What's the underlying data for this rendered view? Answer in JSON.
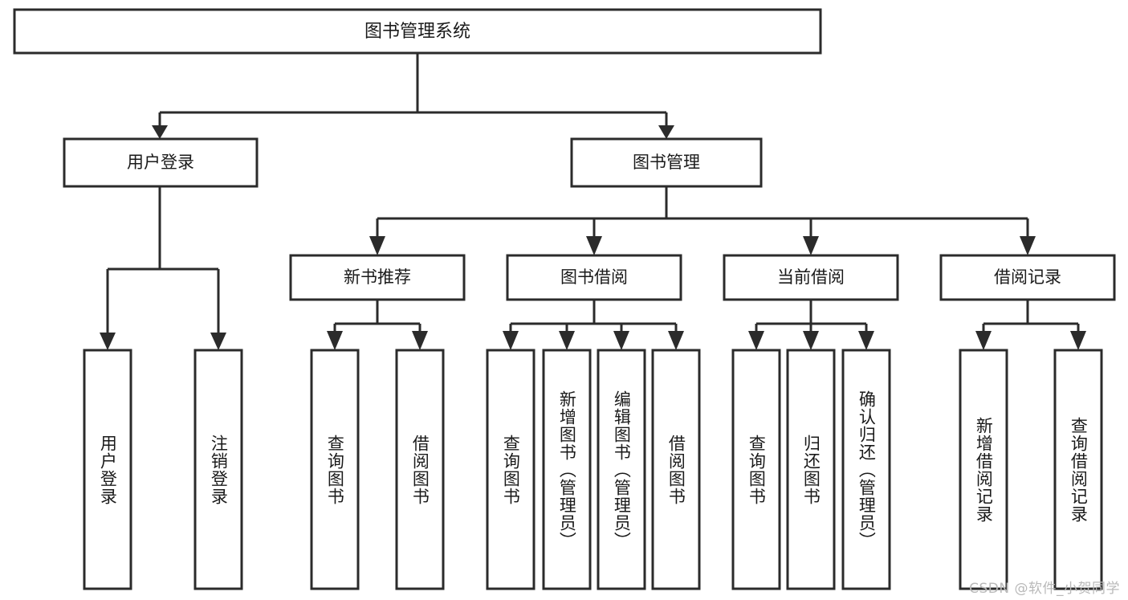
{
  "diagram": {
    "title": "图书管理系统",
    "type": "tree",
    "watermark": "CSDN @软件_小贺同学",
    "colors": {
      "box_stroke": "#2b2b2b",
      "box_fill": "#ffffff",
      "text": "#1a1a1a",
      "background": "#ffffff",
      "watermark": "#b9b9b9"
    },
    "root": {
      "label": "图书管理系统"
    },
    "level2": {
      "user_login": {
        "label": "用户登录"
      },
      "book_manage": {
        "label": "图书管理"
      }
    },
    "level3": {
      "new_book_recommend": {
        "label": "新书推荐"
      },
      "book_borrow": {
        "label": "图书借阅"
      },
      "current_borrow": {
        "label": "当前借阅"
      },
      "borrow_record": {
        "label": "借阅记录"
      }
    },
    "leaves": {
      "user_login": [
        {
          "label": "用户登录"
        },
        {
          "label": "注销登录"
        }
      ],
      "new_book_recommend": [
        {
          "label": "查询图书"
        },
        {
          "label": "借阅图书"
        }
      ],
      "book_borrow": [
        {
          "label": "查询图书"
        },
        {
          "label": "新增图书（管理员）"
        },
        {
          "label": "编辑图书（管理员）"
        },
        {
          "label": "借阅图书"
        }
      ],
      "current_borrow": [
        {
          "label": "查询图书"
        },
        {
          "label": "归还图书"
        },
        {
          "label": "确认归还（管理员）"
        }
      ],
      "borrow_record": [
        {
          "label": "新增借阅记录"
        },
        {
          "label": "查询借阅记录"
        }
      ]
    }
  }
}
